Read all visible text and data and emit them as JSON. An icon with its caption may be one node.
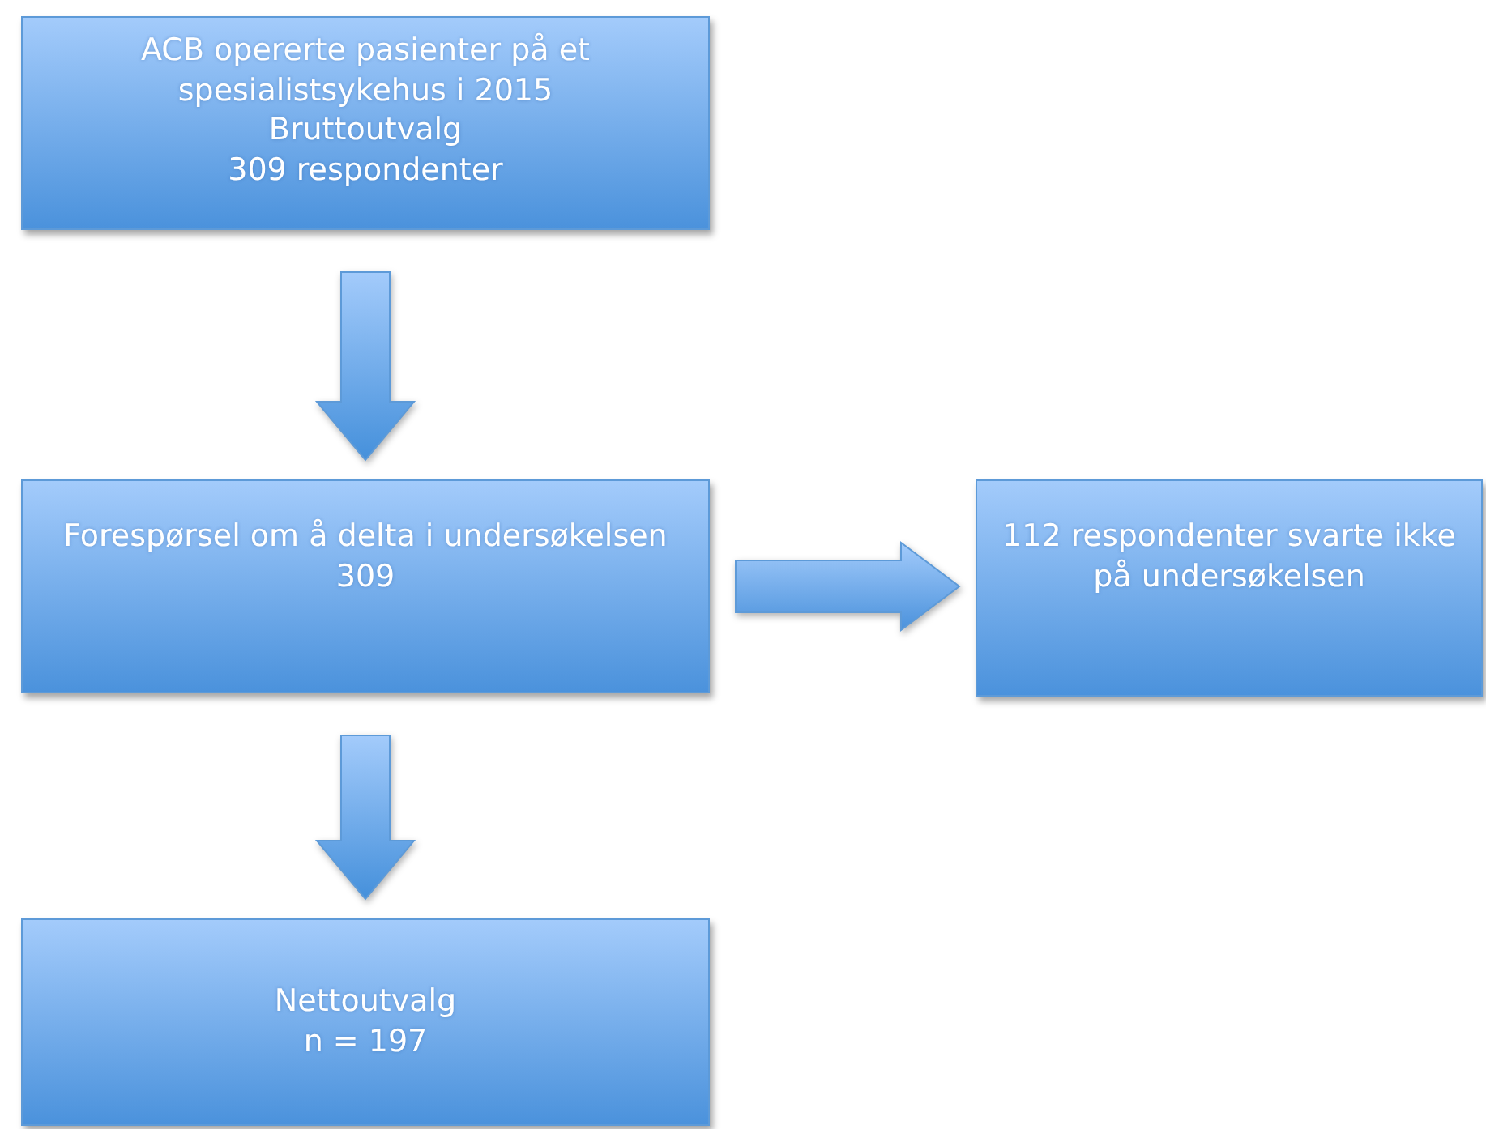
{
  "diagram": {
    "nodes": [
      {
        "text": [
          "ACB opererte pasienter på et spesialistsykehus i 2015",
          "Bruttoutvalg",
          "309 respondenter"
        ]
      },
      {
        "text": [
          "Forespørsel om å delta i undersøkelsen",
          "309"
        ]
      },
      {
        "text": [
          "112 respondenter svarte ikke på undersøkelsen"
        ]
      },
      {
        "text": [
          "Nettoutvalg",
          "n = 197"
        ]
      }
    ],
    "edges": [
      {
        "from": 0,
        "to": 1,
        "arrow": "to"
      },
      {
        "from": 1,
        "to": 2,
        "arrow": "to"
      },
      {
        "from": 1,
        "to": 3,
        "arrow": "to"
      }
    ]
  }
}
